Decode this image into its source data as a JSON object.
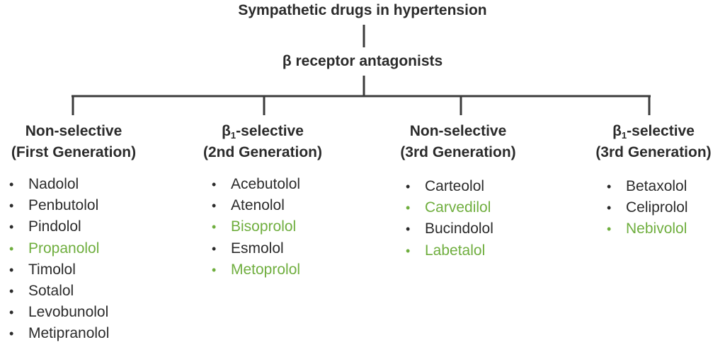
{
  "colors": {
    "line": "#3b3b3b",
    "text": "#2b2b2b",
    "highlight": "#6fae3e"
  },
  "root": {
    "title": "Sympathetic drugs in hypertension"
  },
  "subnode": {
    "title": "β receptor antagonists"
  },
  "columns": [
    {
      "header_line1": "Non-selective",
      "header_line1_prefix": "",
      "header_line1_sub": "",
      "header_line2": "(First Generation)",
      "drugs": [
        {
          "name": "Nadolol",
          "highlight": false
        },
        {
          "name": "Penbutolol",
          "highlight": false
        },
        {
          "name": "Pindolol",
          "highlight": false
        },
        {
          "name": "Propanolol",
          "highlight": true
        },
        {
          "name": "Timolol",
          "highlight": false
        },
        {
          "name": "Sotalol",
          "highlight": false
        },
        {
          "name": "Levobunolol",
          "highlight": false
        },
        {
          "name": "Metipranolol",
          "highlight": false
        }
      ]
    },
    {
      "header_line1": "-selective",
      "header_line1_prefix": "β",
      "header_line1_sub": "1",
      "header_line2": "(2nd Generation)",
      "drugs": [
        {
          "name": "Acebutolol",
          "highlight": false
        },
        {
          "name": "Atenolol",
          "highlight": false
        },
        {
          "name": "Bisoprolol",
          "highlight": true
        },
        {
          "name": "Esmolol",
          "highlight": false
        },
        {
          "name": "Metoprolol",
          "highlight": true
        }
      ]
    },
    {
      "header_line1": "Non-selective",
      "header_line1_prefix": "",
      "header_line1_sub": "",
      "header_line2": "(3rd Generation)",
      "drugs": [
        {
          "name": "Carteolol",
          "highlight": false
        },
        {
          "name": "Carvedilol",
          "highlight": true
        },
        {
          "name": "Bucindolol",
          "highlight": false
        },
        {
          "name": "Labetalol",
          "highlight": true
        }
      ]
    },
    {
      "header_line1": "-selective",
      "header_line1_prefix": "β",
      "header_line1_sub": "1",
      "header_line2": "(3rd Generation)",
      "drugs": [
        {
          "name": "Betaxolol",
          "highlight": false
        },
        {
          "name": "Celiprolol",
          "highlight": false
        },
        {
          "name": "Nebivolol",
          "highlight": true
        }
      ]
    }
  ]
}
